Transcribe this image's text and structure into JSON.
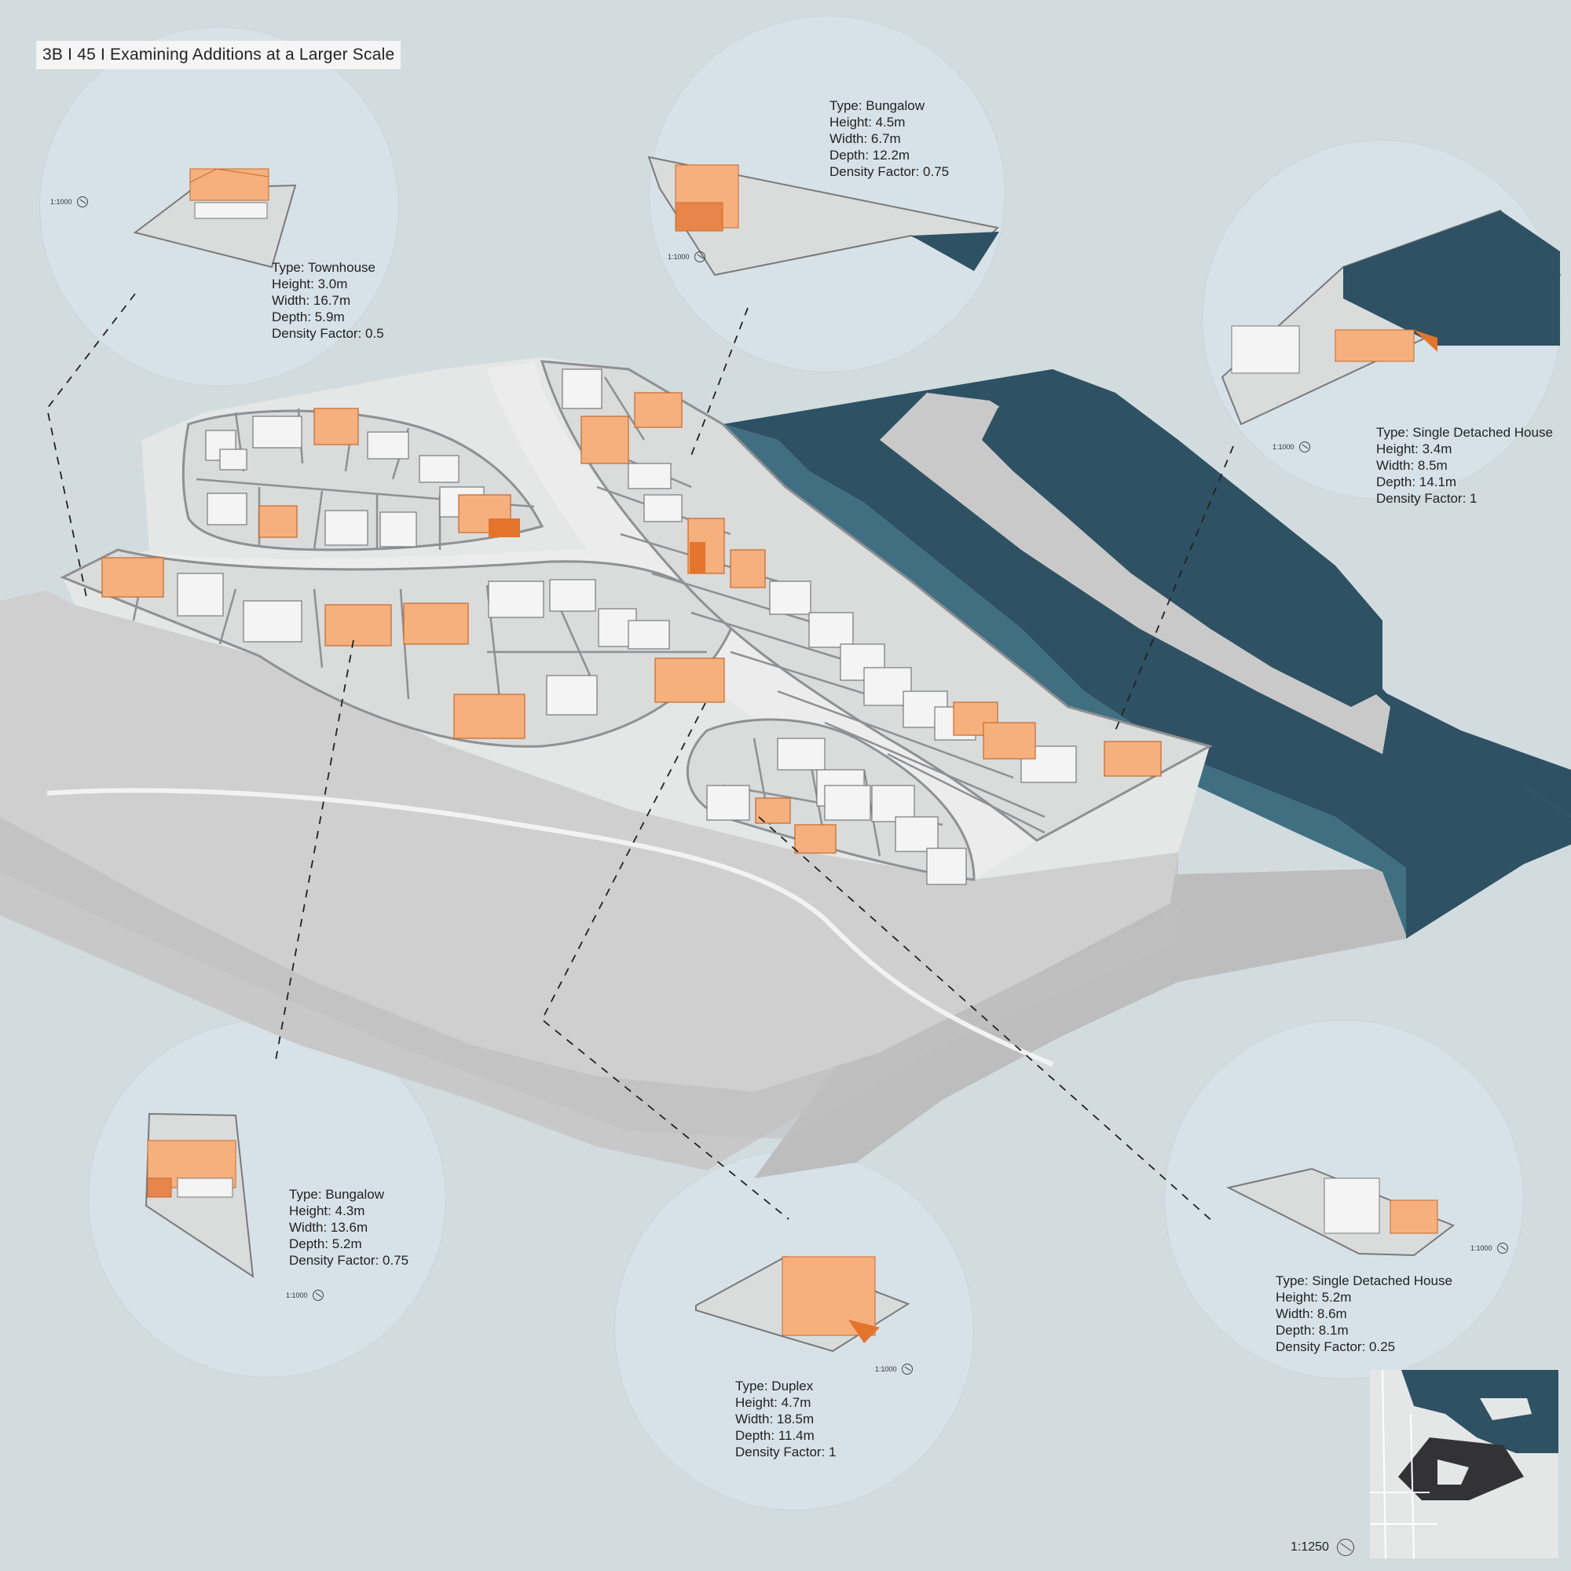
{
  "title": "3B I 45 I Examining Additions at a Larger Scale",
  "callouts": [
    {
      "type": "Type: Townhouse",
      "height": "Height: 3.0m",
      "width": "Width: 16.7m",
      "depth": "Depth: 5.9m",
      "density": "Density Factor: 0.5",
      "scale": "1:1000"
    },
    {
      "type": "Type: Bungalow",
      "height": "Height: 4.5m",
      "width": "Width: 6.7m",
      "depth": "Depth: 12.2m",
      "density": "Density Factor: 0.75",
      "scale": "1:1000"
    },
    {
      "type": "Type: Single Detached House",
      "height": "Height: 3.4m",
      "width": "Width: 8.5m",
      "depth": "Depth: 14.1m",
      "density": "Density Factor: 1",
      "scale": "1:1000"
    },
    {
      "type": "Type: Bungalow",
      "height": "Height: 4.3m",
      "width": "Width: 13.6m",
      "depth": "Depth: 5.2m",
      "density": "Density Factor: 0.75",
      "scale": "1:1000"
    },
    {
      "type": "Type: Duplex",
      "height": "Height: 4.7m",
      "width": "Width: 18.5m",
      "depth": "Depth: 11.4m",
      "density": "Density Factor: 1",
      "scale": "1:1000"
    },
    {
      "type": "Type: Single Detached House",
      "height": "Height: 5.2m",
      "width": "Width: 8.6m",
      "depth": "Depth: 8.1m",
      "density": "Density Factor: 0.25",
      "scale": "1:1000"
    }
  ],
  "inset_map": {
    "scale": "1:1250"
  },
  "colors": {
    "background": "#d2dcdf",
    "water": "#2f5164",
    "water_edge": "#406f82",
    "ground_top": "#e5e6e6",
    "ground_side": "#c4c4c5",
    "lot": "#dadbdb",
    "road": "#ececec",
    "addition": "#f6b07e",
    "addition_dark": "#e3742c",
    "house": "#f4f4f4"
  }
}
